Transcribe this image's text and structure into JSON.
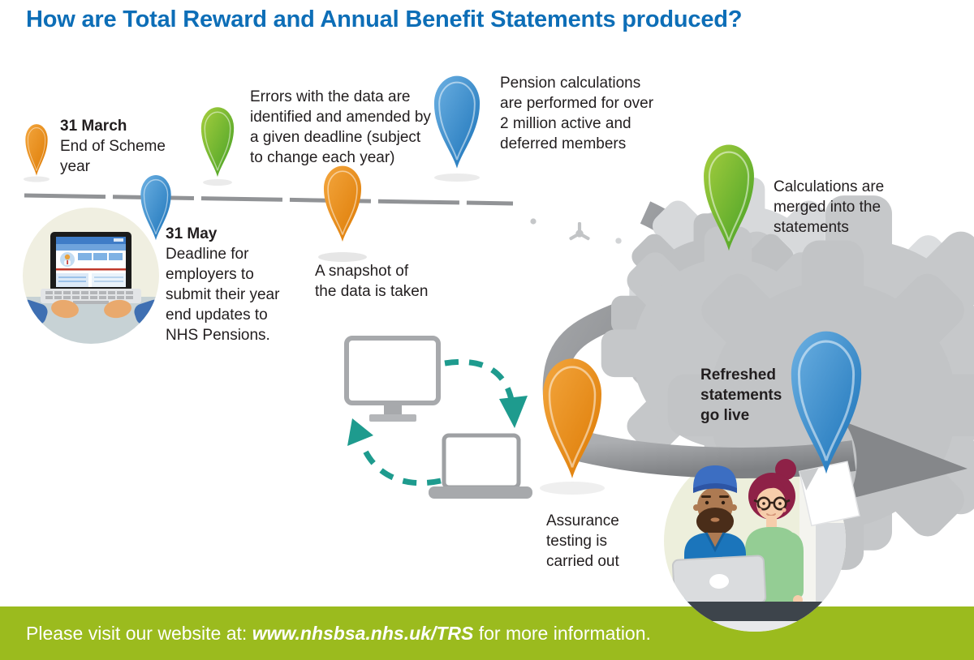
{
  "title": "How are Total Reward and Annual Benefit Statements produced?",
  "steps": {
    "march": {
      "pin": "orange",
      "title": "31 March",
      "body": "End of Scheme\nyear"
    },
    "may": {
      "pin": "blue",
      "title": "31 May",
      "body": "Deadline for\nemployers to\nsubmit their year\nend updates to\nNHS Pensions."
    },
    "errors": {
      "pin": "green",
      "body": "Errors with the data are\nidentified and amended by\na given deadline (subject\nto change each year)"
    },
    "snapshot": {
      "pin": "orange",
      "body": "A snapshot of\nthe data is taken"
    },
    "pension": {
      "pin": "blue",
      "body": "Pension calculations\nare performed for over\n2 million active and\ndeferred members"
    },
    "merged": {
      "pin": "green",
      "body": "Calculations are\nmerged into the\nstatements"
    },
    "assurance": {
      "pin": "orange",
      "body": "Assurance\ntesting is\ncarried out"
    },
    "live": {
      "pin": "blue",
      "title": "Refreshed\nstatements\ngo live"
    }
  },
  "footer": {
    "prefix": "Please visit our website at: ",
    "url": "www.nhsbsa.nhs.uk/TRS",
    "suffix": " for more information."
  },
  "colors": {
    "title_blue": "#0D6EB7",
    "pin_orange": "#E07C04",
    "pin_blue": "#1B75BB",
    "pin_green": "#52A327",
    "road_gray": "#8E9093",
    "gear_gray": "#C6C8CA",
    "sync_teal": "#1E9B8E",
    "footer_green": "#9BBB1E",
    "text_dark": "#221E1F"
  },
  "icons": {
    "map-pin-icon": "teardrop location marker",
    "gears-icon": "cluster of cogwheels",
    "monitor-icon": "desktop monitor outline",
    "laptop-icon": "laptop outline",
    "sync-arrows-icon": "circular dashed teal arrows",
    "document-icon": "page with folded corner",
    "road-icon": "timeline road ending in arrowhead",
    "laptop-user-icon": "hands typing on laptop",
    "people-icon": "two colleagues at a laptop"
  }
}
